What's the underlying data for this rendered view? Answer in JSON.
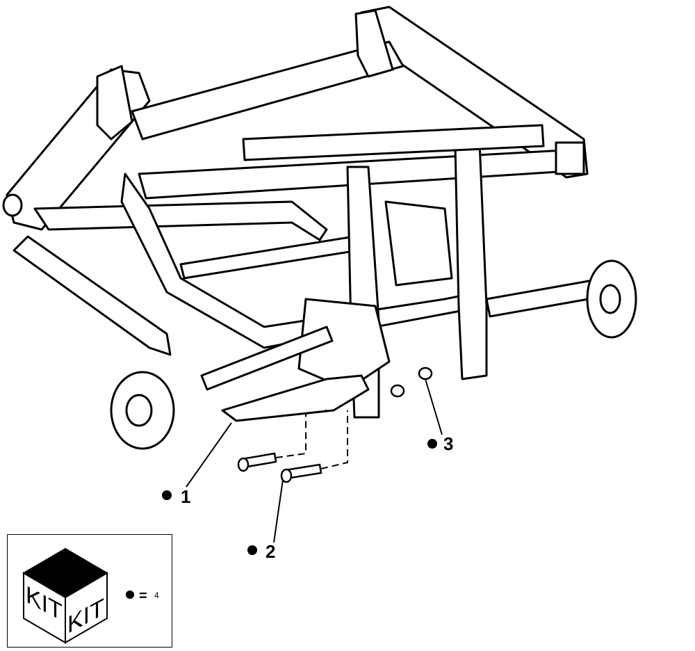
{
  "callouts": [
    {
      "label": "1"
    },
    {
      "label": "2"
    },
    {
      "label": "3"
    }
  ],
  "kit_legend": {
    "kit_text_left": "KIT",
    "kit_text_right": "KIT",
    "equals": "=",
    "quantity": "4"
  }
}
